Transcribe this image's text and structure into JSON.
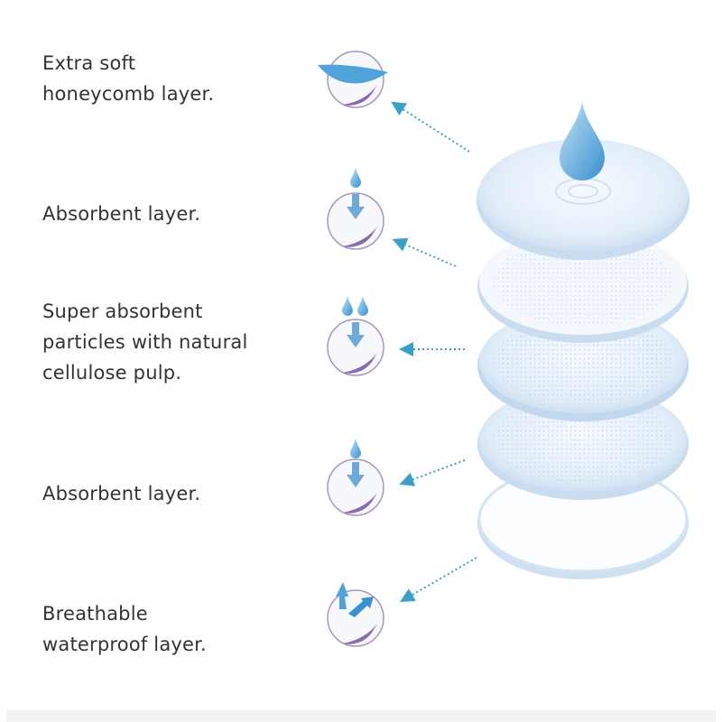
{
  "layers": [
    {
      "lines": [
        "Extra soft",
        "honeycomb layer."
      ],
      "icon": "feather-icon"
    },
    {
      "lines": [
        "Absorbent layer."
      ],
      "icon": "drop-arrow-icon"
    },
    {
      "lines": [
        "Super absorbent",
        "particles with natural",
        "cellulose pulp."
      ],
      "icon": "double-drop-arrow-icon"
    },
    {
      "lines": [
        "Absorbent layer."
      ],
      "icon": "drop-arrow-icon"
    },
    {
      "lines": [
        "Breathable",
        "waterproof layer."
      ],
      "icon": "breathable-arrows-icon"
    }
  ],
  "colors": {
    "accent": "#3aa0c8",
    "circle_edge": "#8a6bb0",
    "pad": "#dbe8f6",
    "text": "#333333"
  }
}
